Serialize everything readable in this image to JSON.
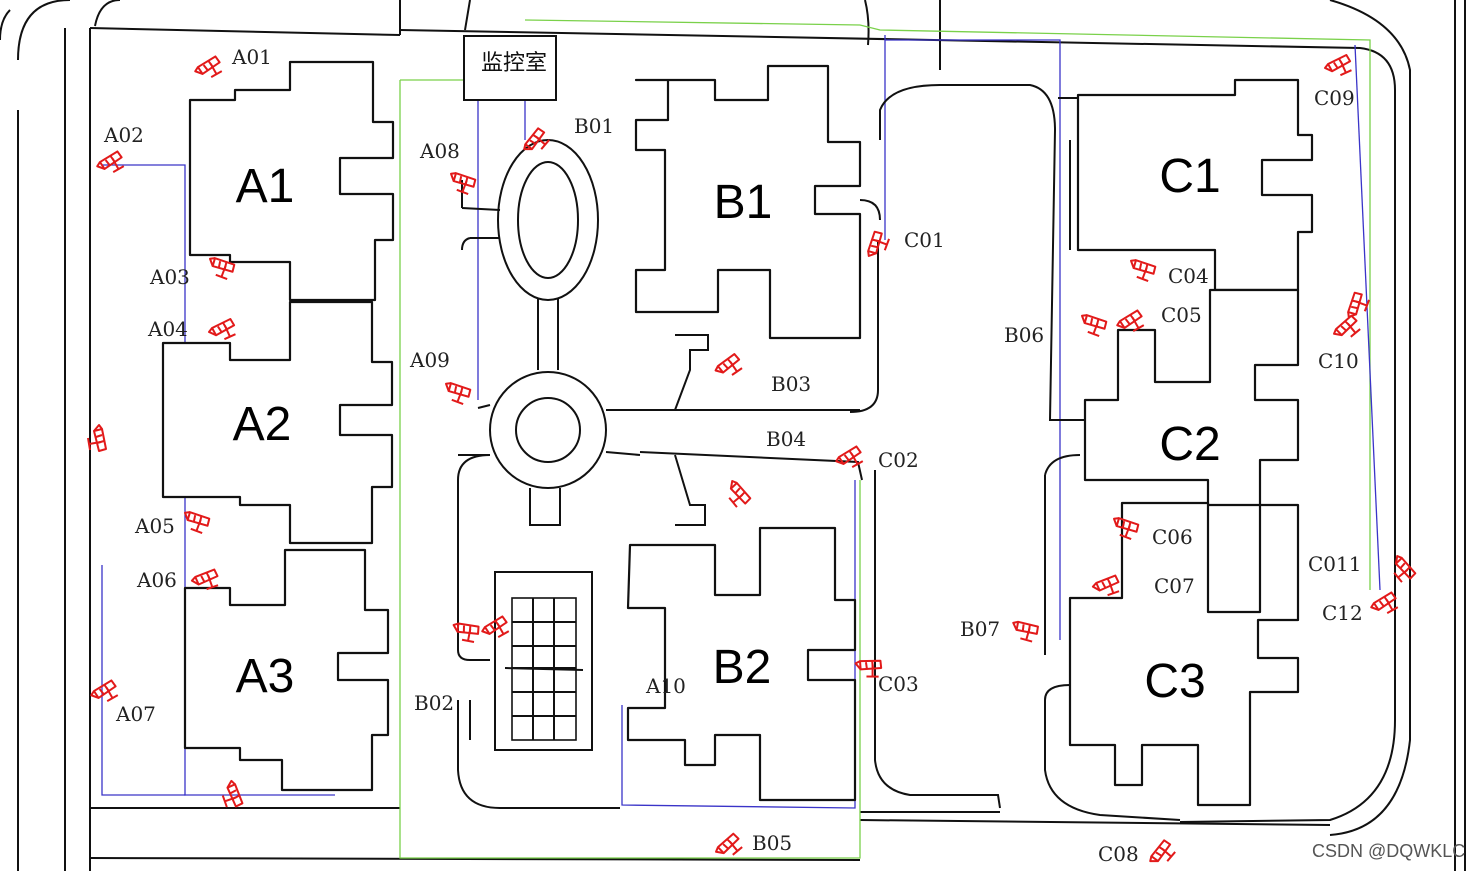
{
  "diagram": {
    "control_room": "监控室",
    "buildings": [
      "A1",
      "A2",
      "A3",
      "B1",
      "B2",
      "C1",
      "C2",
      "C3"
    ],
    "cameras": [
      "A01",
      "A02",
      "A03",
      "A04",
      "A05",
      "A06",
      "A07",
      "A08",
      "A09",
      "A10",
      "B01",
      "B02",
      "B03",
      "B04",
      "B05",
      "B06",
      "B07",
      "C01",
      "C02",
      "C03",
      "C04",
      "C05",
      "C06",
      "C07",
      "C08",
      "C09",
      "C10",
      "C011",
      "C12"
    ],
    "watermark": "CSDN @DQWKLC",
    "colors": {
      "camera": "#e21a1a",
      "wire_blue": "#3a34c8",
      "wire_green": "#7ad14a",
      "outline": "#111111"
    }
  }
}
